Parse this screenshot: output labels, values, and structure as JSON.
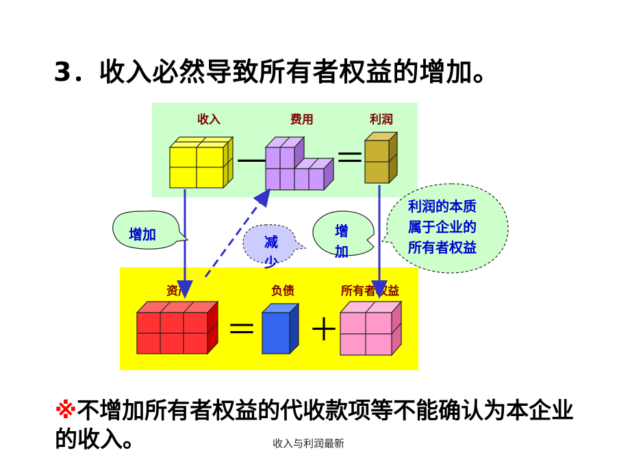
{
  "title": "3．收入必然导致所有者权益的增加。",
  "top_labels": {
    "revenue": "收入",
    "expense": "费用",
    "profit": "利润"
  },
  "bottom_labels": {
    "assets": "资产",
    "liabilities": "负债",
    "equity": "所有者权益"
  },
  "operators": {
    "minus": "—",
    "equals_top": "＝",
    "equals_bottom": "＝",
    "plus": "＋"
  },
  "callouts": {
    "increase_left": "增加",
    "decrease_1": "减",
    "decrease_2": "少",
    "increase_right_1": "增",
    "increase_right_2": "加",
    "profit_note_line1": "利润的本质",
    "profit_note_line2": "属于企业的",
    "profit_note_line3": "所有者权益"
  },
  "note": {
    "mark": "※",
    "text": "不增加所有者权益的代收款项等不能确认为本企业的收入。"
  },
  "footer": "收入与利润最新",
  "colors": {
    "top_panel": "#ccffcc",
    "bottom_panel": "#ffff00",
    "revenue_cube": "#ffff00",
    "expense_cube": "#cc99ff",
    "profit_cube": "#c8b030",
    "asset_cube": "#ff3333",
    "liability_cube": "#3366ee",
    "equity_cube": "#ff99cc",
    "arrow": "#3333cc",
    "callout_fill": "#ccffcc"
  }
}
